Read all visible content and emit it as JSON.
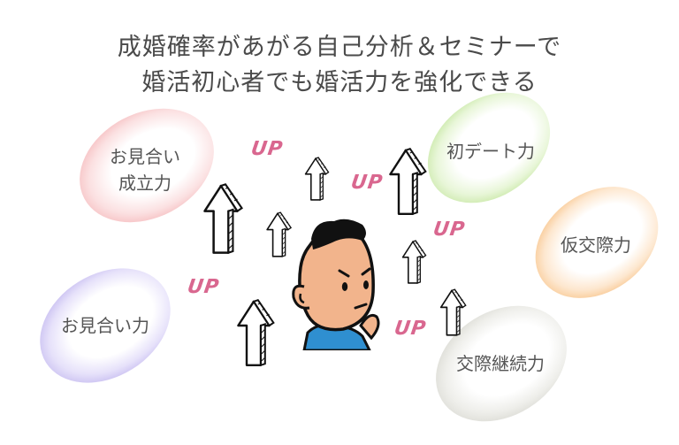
{
  "headline": {
    "line1": "成婚確率があがる自己分析＆セミナーで",
    "line2": "婚活初心者でも婚活力を強化できる"
  },
  "skills": [
    {
      "id": "omiai-seiritsu",
      "label": "お見合い\n成立力",
      "color": "#f2a5a8"
    },
    {
      "id": "hatsu-date",
      "label": "初デート力",
      "color": "#b7e08a"
    },
    {
      "id": "kari-kousai",
      "label": "仮交際力",
      "color": "#f6b46a"
    },
    {
      "id": "omiai",
      "label": "お見合い力",
      "color": "#b3a6ea"
    },
    {
      "id": "kousai-keizoku",
      "label": "交際継続力",
      "color": "#d4d4cc"
    }
  ],
  "up_labels": [
    "UP",
    "UP",
    "UP",
    "UP",
    "UP"
  ],
  "colors": {
    "up_text": "#d9678f",
    "title_text": "#4a4a4a",
    "skin": "#f2b48c",
    "shirt": "#2f8fd0",
    "hair": "#111111"
  },
  "icons": {
    "arrow": "up-arrow-icon",
    "character": "thinking-man-icon"
  }
}
